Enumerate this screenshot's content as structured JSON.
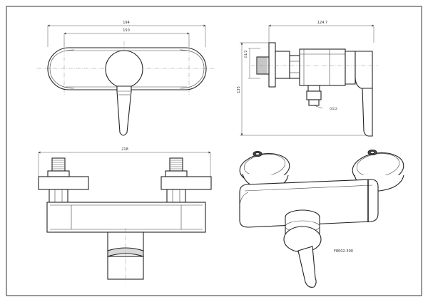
{
  "drawing": {
    "front_view": {
      "overall_dim": "194",
      "centre_dim": "150"
    },
    "side_view": {
      "depth_dim": "124.7",
      "height_dim": "135",
      "inlet_thread": "G1/2",
      "outlet_thread": "G1/2"
    },
    "bottom_view": {
      "span_dim": "218"
    },
    "model_code": "F8002-300"
  }
}
